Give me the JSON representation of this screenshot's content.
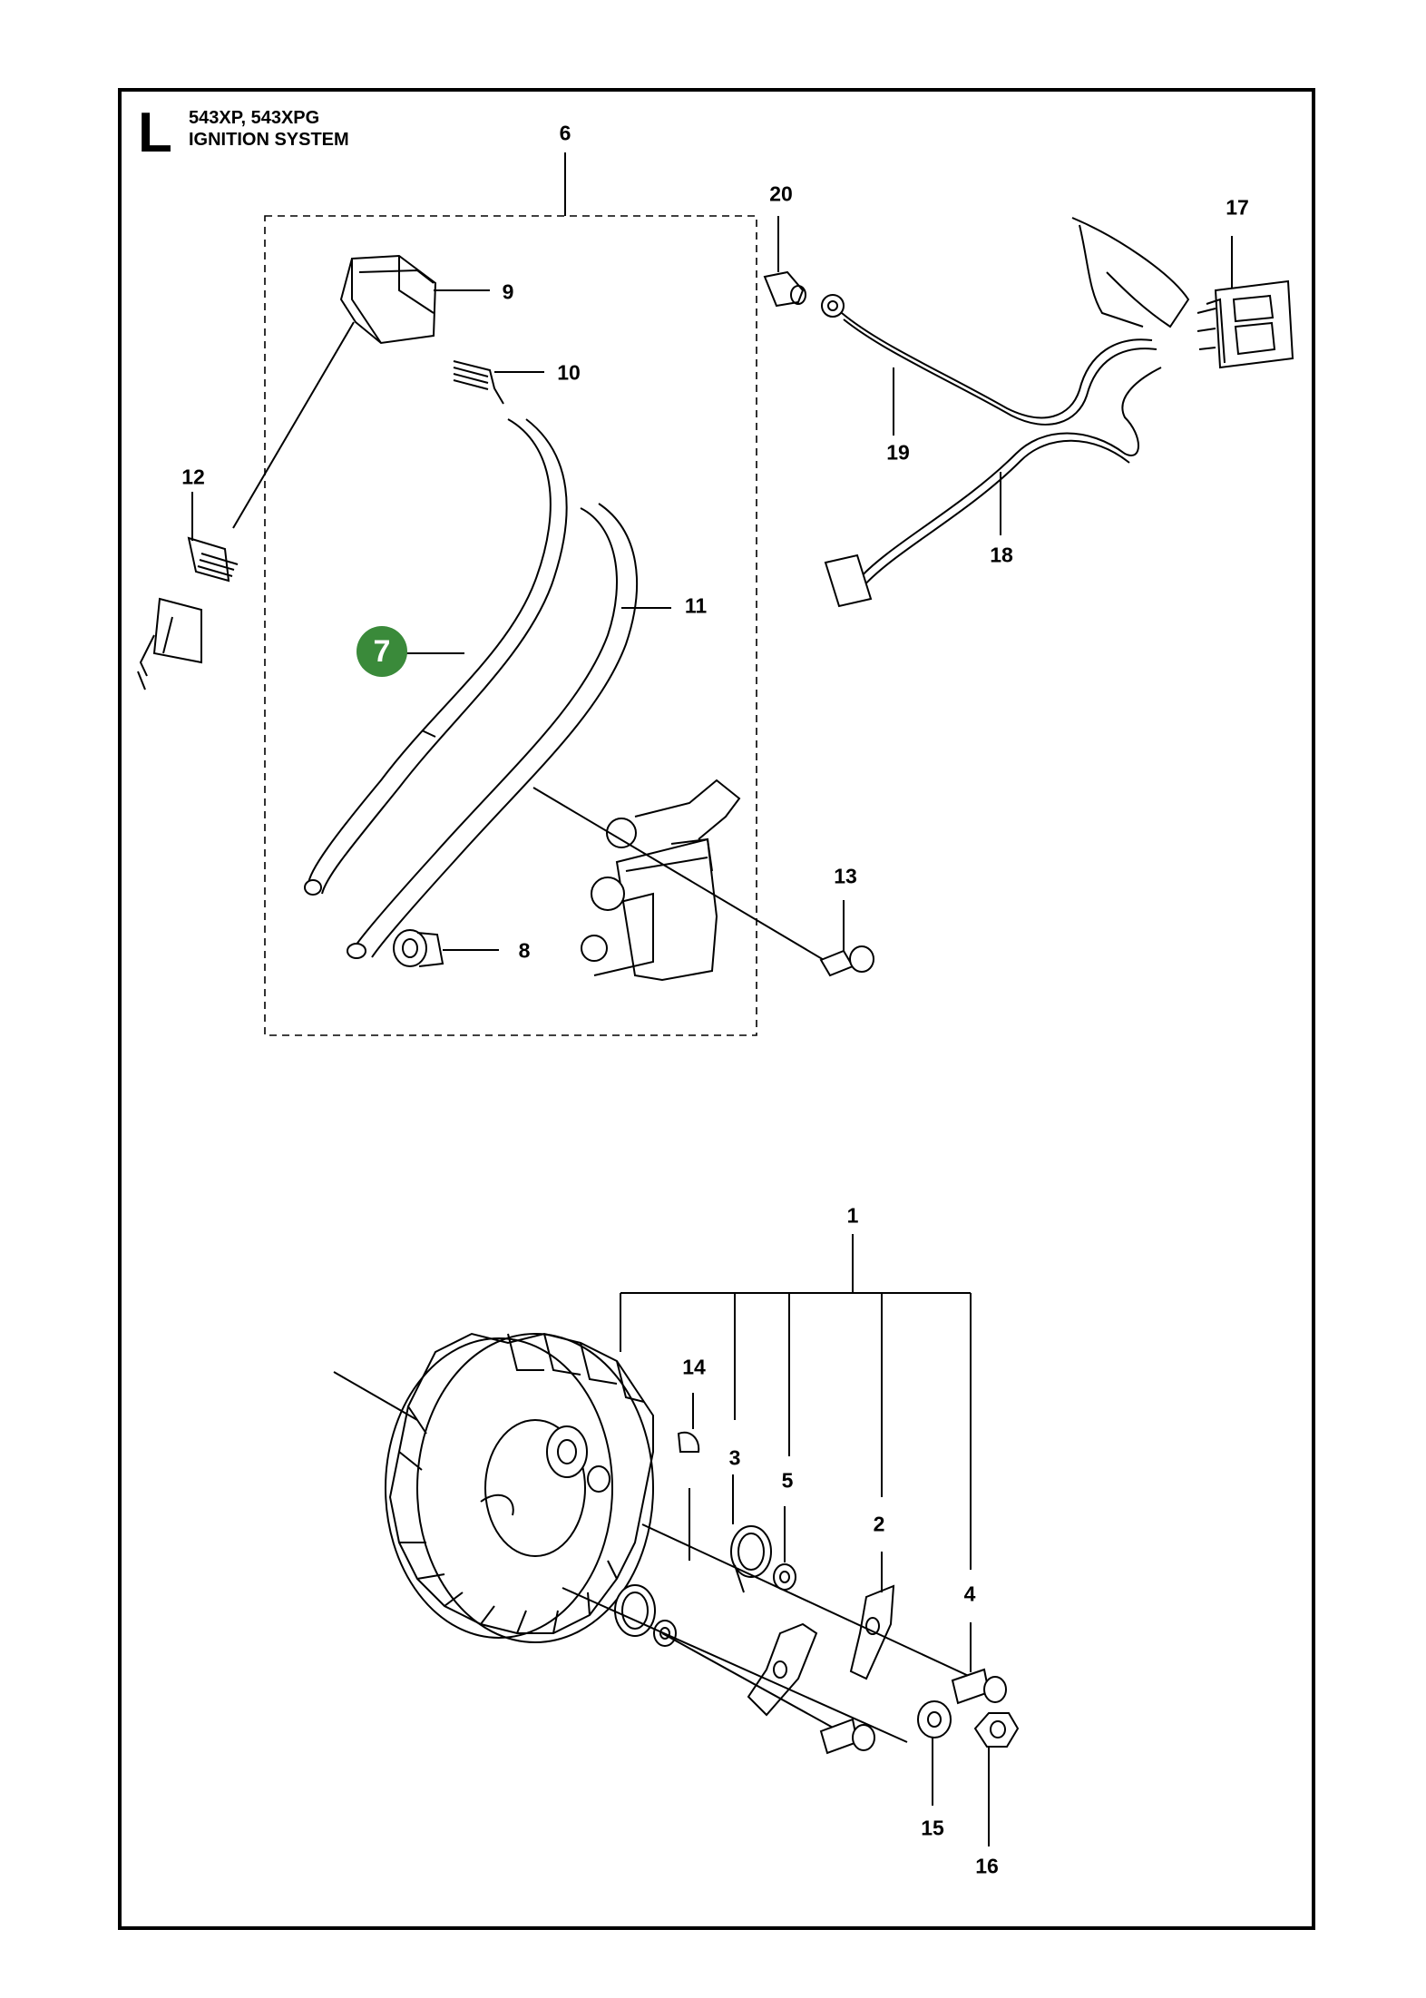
{
  "header": {
    "section_letter": "L",
    "models": "543XP, 543XPG",
    "title": "IGNITION SYSTEM"
  },
  "callouts": {
    "c1": "1",
    "c2": "2",
    "c3": "3",
    "c4": "4",
    "c5": "5",
    "c6": "6",
    "c7": "7",
    "c8": "8",
    "c9": "9",
    "c10": "10",
    "c11": "11",
    "c12": "12",
    "c13": "13",
    "c14": "14",
    "c15": "15",
    "c16": "16",
    "c17": "17",
    "c18": "18",
    "c19": "19",
    "c20": "20"
  },
  "colors": {
    "highlight": "#3a8a3a",
    "line": "#000000"
  }
}
